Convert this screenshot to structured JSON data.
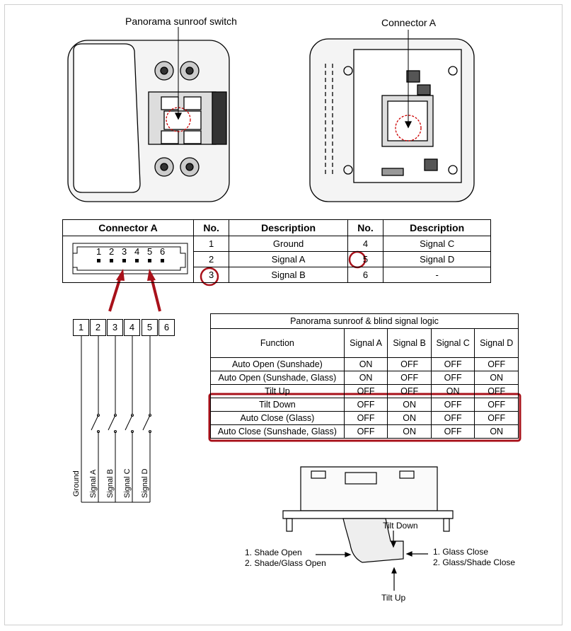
{
  "labels": {
    "switch_title": "Panorama sunroof switch",
    "connector_title": "Connector A"
  },
  "connector_table": {
    "headers": [
      "Connector A",
      "No.",
      "Description",
      "No.",
      "Description"
    ],
    "pin_numbers_drawing": [
      "1",
      "2",
      "3",
      "4",
      "5",
      "6"
    ],
    "rows": [
      {
        "no1": "1",
        "desc1": "Ground",
        "no2": "4",
        "desc2": "Signal C"
      },
      {
        "no1": "2",
        "desc1": "Signal A",
        "no2": "5",
        "desc2": "Signal D"
      },
      {
        "no1": "3",
        "desc1": "Signal B",
        "no2": "6",
        "desc2": "-"
      }
    ]
  },
  "pins": [
    "1",
    "2",
    "3",
    "4",
    "5",
    "6"
  ],
  "wire_labels": [
    "Ground",
    "Signal A",
    "Signal B",
    "Signal C",
    "Signal D"
  ],
  "logic_table": {
    "title": "Panorama sunroof & blind signal logic",
    "headers": [
      "Function",
      "Signal A",
      "Signal B",
      "Signal C",
      "Signal D"
    ],
    "rows": [
      [
        "Auto Open (Sunshade)",
        "ON",
        "OFF",
        "OFF",
        "OFF"
      ],
      [
        "Auto Open (Sunshade, Glass)",
        "ON",
        "OFF",
        "OFF",
        "ON"
      ],
      [
        "Tilt Up",
        "OFF",
        "OFF",
        "ON",
        "OFF"
      ],
      [
        "Tilt Down",
        "OFF",
        "ON",
        "OFF",
        "OFF"
      ],
      [
        "Auto Close (Glass)",
        "OFF",
        "ON",
        "OFF",
        "OFF"
      ],
      [
        "Auto Close (Sunshade, Glass)",
        "OFF",
        "ON",
        "OFF",
        "ON"
      ]
    ]
  },
  "switch_diagram": {
    "tilt_down": "Tilt Down",
    "tilt_up": "Tilt Up",
    "left_1": "1. Shade Open",
    "left_2": "2. Shade/Glass Open",
    "right_1": "1. Glass Close",
    "right_2": "2. Glass/Shade Close"
  },
  "colors": {
    "highlight": "#a8111a",
    "line": "#000000"
  }
}
